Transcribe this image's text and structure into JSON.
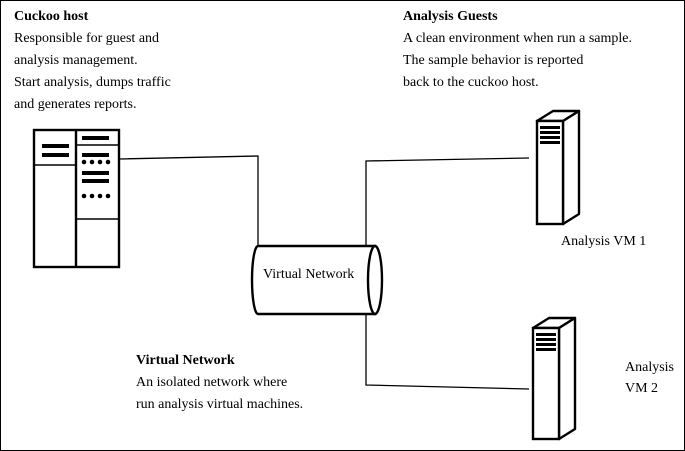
{
  "cuckoo_host": {
    "title": "Cuckoo host",
    "lines": [
      "Responsible for guest and",
      "analysis management.",
      "Start analysis, dumps traffic",
      "and generates reports."
    ]
  },
  "analysis_guests": {
    "title": "Analysis Guests",
    "lines": [
      "A clean environment when run a sample.",
      "The sample behavior is reported",
      "back to the cuckoo host."
    ]
  },
  "virtual_network_desc": {
    "title": "Virtual Network",
    "lines": [
      "An isolated network where",
      "run analysis virtual machines."
    ]
  },
  "network_label": "Virtual Network",
  "vm1_label": "Analysis VM 1",
  "vm2_label_line1": "Analysis",
  "vm2_label_line2": "VM 2"
}
